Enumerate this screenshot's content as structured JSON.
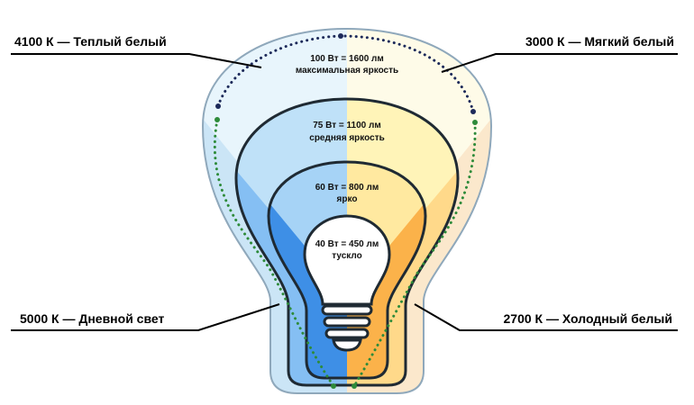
{
  "levels": [
    {
      "power": "100 Вт = 1600 лм",
      "brightness": "максимальная яркость"
    },
    {
      "power": "75 Вт = 1100 лм",
      "brightness": "средняя яркость"
    },
    {
      "power": "60 Вт = 800 лм",
      "brightness": "ярко"
    },
    {
      "power": "40 Вт = 450 лм",
      "brightness": "тускло"
    }
  ],
  "color_temps": {
    "top_left": "4100 К — Теплый белый",
    "top_right": "3000 К — Мягкий белый",
    "bottom_left": "5000 К — Дневной свет",
    "bottom_right": "2700 К — Холодный белый"
  },
  "colors": {
    "cool_light": "#e8f5fc",
    "cool_mid": "#bfe1f8",
    "cool_strong": "#85bff3",
    "cool_deep": "#3e8fe6",
    "warm_light": "#fefbe8",
    "warm_mid": "#fff4b8",
    "warm_strong": "#ffd98a",
    "warm_deep": "#fbb24a",
    "outline": "#1f2a33",
    "green_dots": "#2e8b3a",
    "navy_dots": "#1d2a5a"
  }
}
